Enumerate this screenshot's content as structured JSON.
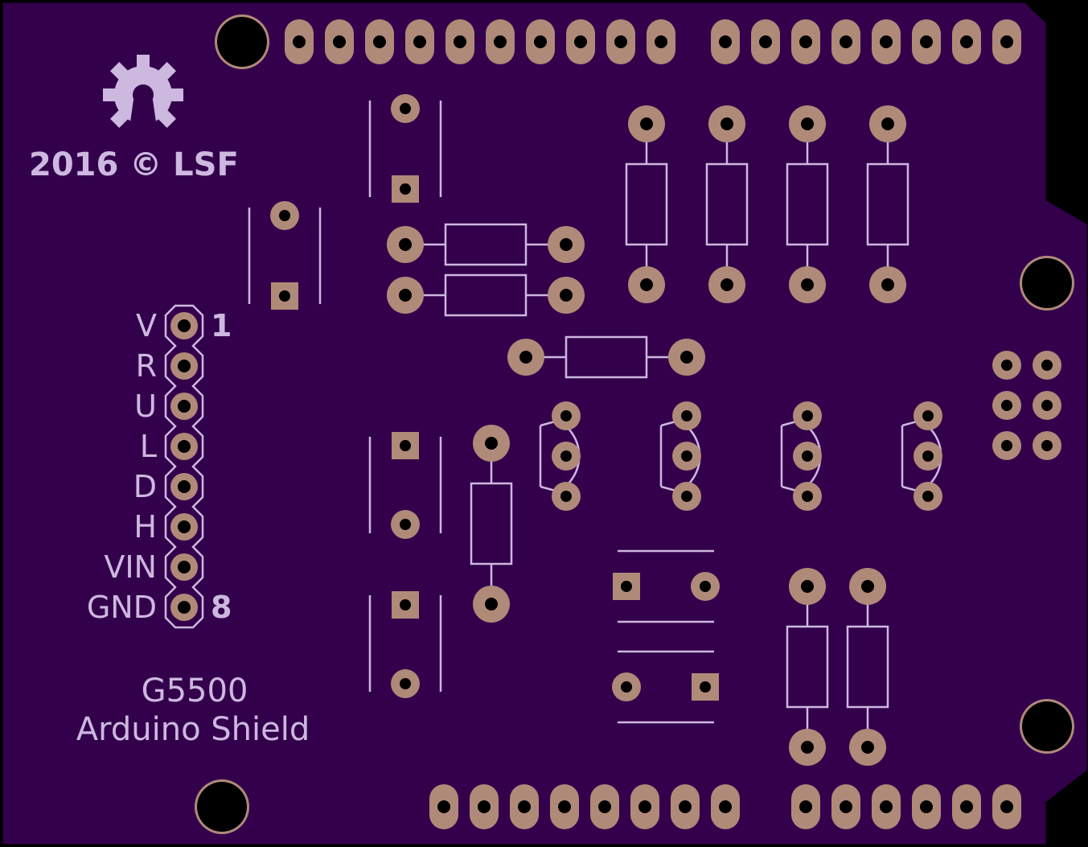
{
  "colors": {
    "board": "#33004c",
    "board_edge": "#000000",
    "silkscreen": "#cdb8df",
    "pad": "#b08a78",
    "drill": "#000000"
  },
  "copyright": "2016 © LSF",
  "logo": "open-hardware-gear-icon",
  "header": {
    "pin_labels": [
      "V",
      "R",
      "U",
      "L",
      "D",
      "H",
      "VIN",
      "GND"
    ],
    "first_pin_number": "1",
    "last_pin_number": "8"
  },
  "board_title": {
    "line1": "G5500",
    "line2": "Arduino Shield"
  }
}
